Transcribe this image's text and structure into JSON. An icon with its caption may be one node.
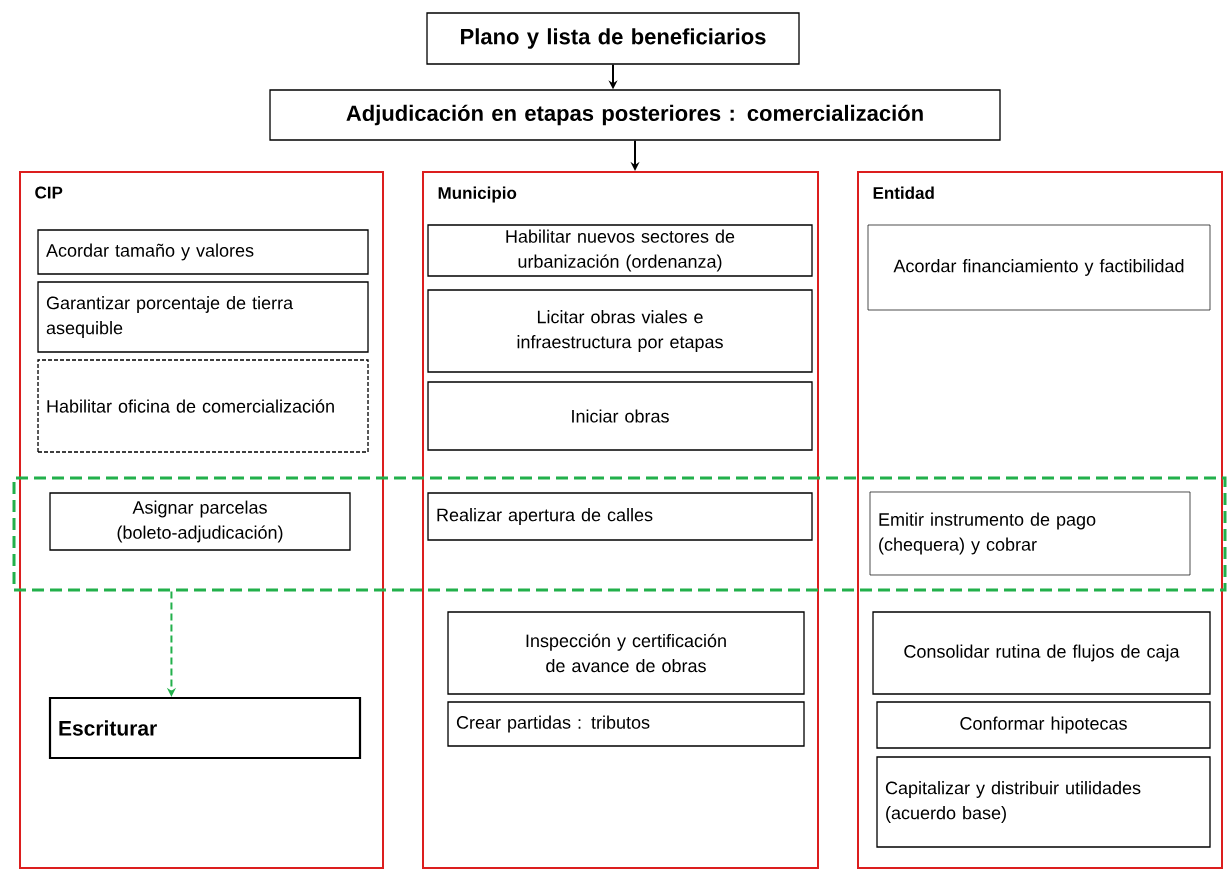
{
  "diagram": {
    "nodes": [
      {
        "text": [
          "Plano y lista de beneficiarios"
        ]
      },
      {
        "text": [
          "Adjudicación en etapas posteriores : comercialización"
        ]
      },
      {
        "text": [
          "CIP"
        ]
      },
      {
        "text": [
          "Municipio"
        ]
      },
      {
        "text": [
          "Entidad"
        ]
      },
      {
        "text": [
          "Acordar tamaño y valores"
        ],
        "in": 2
      },
      {
        "text": [
          "Garantizar porcentaje de tierra asequible"
        ],
        "in": 2
      },
      {
        "text": [
          "Habilitar oficina de comercialización"
        ],
        "in": 2
      },
      {
        "text": [
          "Asignar parcelas (boleto-adjudicación)"
        ]
      },
      {
        "text": [
          "Escriturar"
        ],
        "in": 2
      },
      {
        "text": [
          "Habilitar nuevos sectores de urbanización (ordenanza)"
        ],
        "in": 3
      },
      {
        "text": [
          "Licitar obras viales e infraestructura por etapas"
        ],
        "in": 3
      },
      {
        "text": [
          "Iniciar obras"
        ],
        "in": 3
      },
      {
        "text": [
          "Realizar apertura de calles"
        ]
      },
      {
        "text": [
          "Inspección y certificación de avance de obras"
        ],
        "in": 3
      },
      {
        "text": [
          "Crear partidas : tributos"
        ],
        "in": 3
      },
      {
        "text": [
          "Acordar financiamiento y factibilidad"
        ],
        "in": 4
      },
      {
        "text": [
          "Emitir instrumento de pago (chequera) y cobrar"
        ]
      },
      {
        "text": [
          "Consolidar rutina de flujos de caja"
        ],
        "in": 4
      },
      {
        "text": [
          "Conformar hipotecas"
        ],
        "in": 4
      },
      {
        "text": [
          "Capitalizar y distribuir utilidades (acuerdo base)"
        ],
        "in": 4
      },
      {
        "text": [],
        "shape": "box"
      }
    ],
    "edges": [
      {
        "from": 0,
        "to": 1,
        "arrow": "to"
      },
      {
        "from": 1,
        "to": 3,
        "arrow": "to"
      },
      {
        "from": 21,
        "to": 9,
        "arrow": "to",
        "style": "dashed",
        "color": "#22b04b"
      }
    ]
  }
}
